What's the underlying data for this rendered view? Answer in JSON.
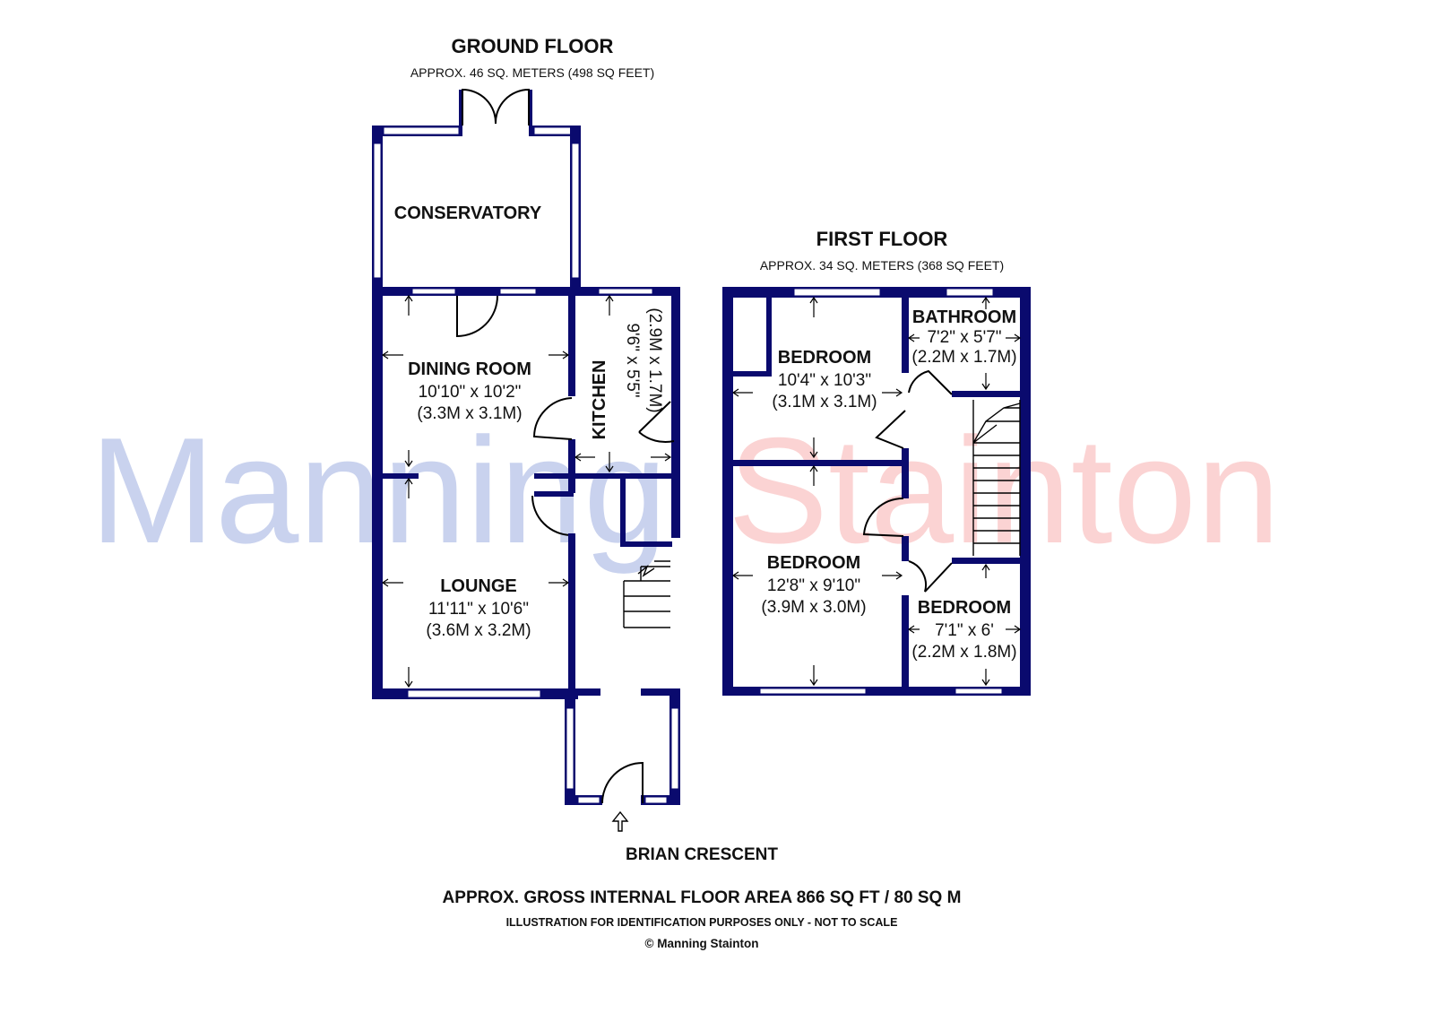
{
  "ground_floor": {
    "title": "GROUND FLOOR",
    "area": "APPROX. 46 SQ. METERS (498 SQ FEET)",
    "rooms": {
      "conservatory": {
        "name": "CONSERVATORY"
      },
      "dining": {
        "name": "DINING ROOM",
        "imperial": "10'10\" x 10'2\"",
        "metric": "(3.3M x 3.1M)"
      },
      "kitchen": {
        "name": "KITCHEN",
        "imperial": "9'6\" x 5'5\"",
        "metric": "(2.9M x 1.7M)"
      },
      "lounge": {
        "name": "LOUNGE",
        "imperial": "11'11\" x 10'6\"",
        "metric": "(3.6M x 3.2M)"
      }
    }
  },
  "first_floor": {
    "title": "FIRST FLOOR",
    "area": "APPROX. 34 SQ. METERS (368 SQ FEET)",
    "rooms": {
      "bedroom1": {
        "name": "BEDROOM",
        "imperial": "10'4\" x 10'3\"",
        "metric": "(3.1M x 3.1M)"
      },
      "bathroom": {
        "name": "BATHROOM",
        "imperial": "7'2\" x 5'7\"",
        "metric": "(2.2M x 1.7M)"
      },
      "bedroom2": {
        "name": "BEDROOM",
        "imperial": "12'8\" x 9'10\"",
        "metric": "(3.9M x 3.0M)"
      },
      "bedroom3": {
        "name": "BEDROOM",
        "imperial": "7'1\" x 6'",
        "metric": "(2.2M x 1.8M)"
      }
    }
  },
  "street": "BRIAN CRESCENT",
  "footer": {
    "gross_area": "APPROX. GROSS INTERNAL FLOOR AREA 866 SQ FT / 80 SQ M",
    "disclaimer": "ILLUSTRATION FOR IDENTIFICATION PURPOSES ONLY - NOT TO SCALE",
    "copyright": "© Manning Stainton"
  },
  "watermark": {
    "part1": "Manning",
    "part2": "Stainton",
    "color1": "#c9d2ee",
    "color2": "#fbd3d3"
  },
  "colors": {
    "wall": "#0a0a6e"
  }
}
